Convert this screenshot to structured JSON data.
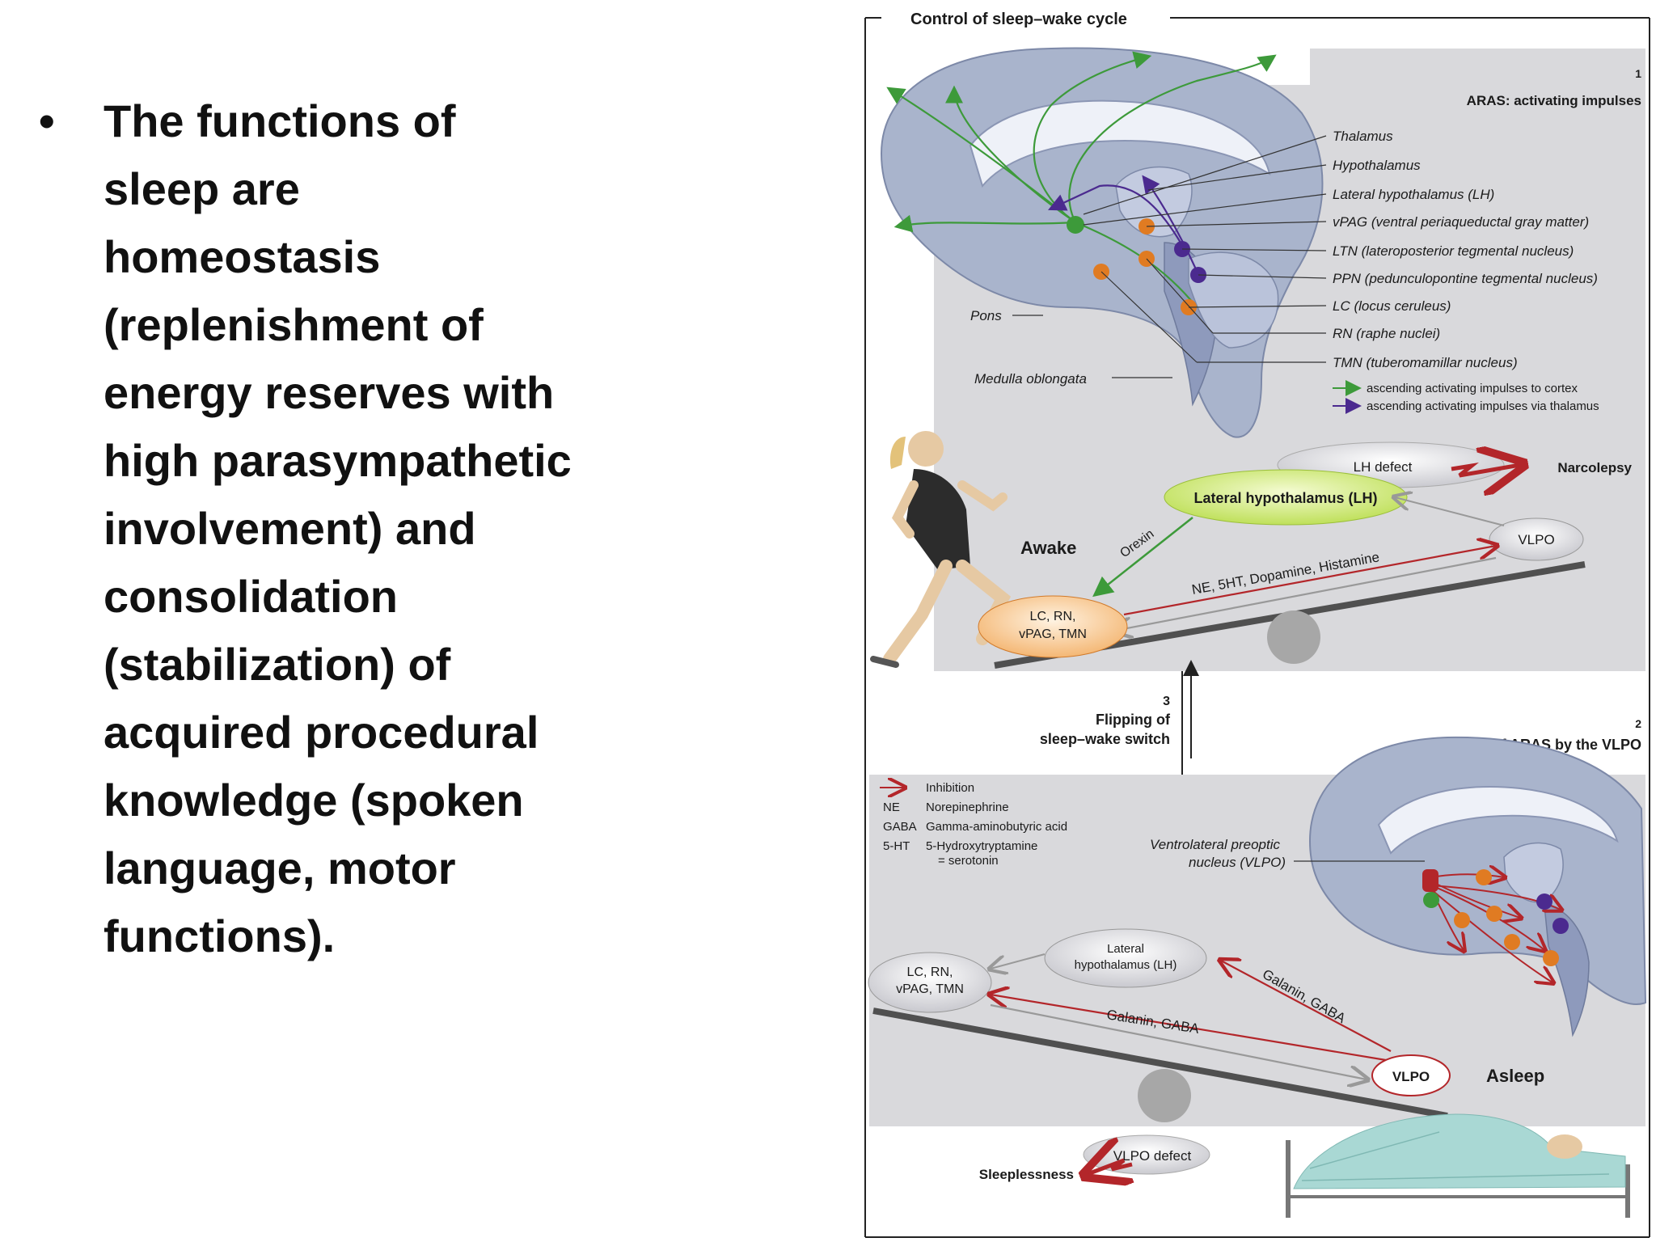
{
  "slide": {
    "bullet_symbol": "•",
    "bullet_text": "The functions of\nsleep are\nhomeostasis\n(replenishment of\nenergy reserves with\nhigh parasympathetic\ninvolvement) and\nconsolidation\n(stabilization) of\nacquired procedural\nknowledge (spoken\nlanguage, motor\nfunctions)."
  },
  "figure": {
    "title": "Control of sleep–wake cycle",
    "panel1": {
      "number": "1",
      "heading": "ARAS: activating impulses",
      "labels": [
        "Thalamus",
        "Hypothalamus",
        "Lateral  hypothalamus (LH)",
        "vPAG (ventral periaqueductal gray matter)",
        "LTN (lateroposterior tegmental nucleus)",
        "PPN (pedunculopontine tegmental nucleus)",
        "LC (locus ceruleus)",
        "RN (raphe nuclei)",
        "TMN (tuberomamillar nucleus)"
      ],
      "legend_green": "ascending activating impulses to cortex",
      "legend_purple": "ascending activating impulses via thalamus",
      "pons": "Pons",
      "medulla": "Medulla oblongata",
      "lh_defect": "LH defect",
      "narcolepsy": "Narcolepsy",
      "lh_node": "Lateral hypothalamus (LH)",
      "awake": "Awake",
      "orexin": "Orexin",
      "transmitters": "NE, 5HT, Dopamine, Histamine",
      "vlpo_node": "VLPO",
      "lc_node_line1": "LC, RN,",
      "lc_node_line2": "vPAG, TMN"
    },
    "switch": {
      "number": "3",
      "line1": "Flipping of",
      "line2": "sleep–wake switch"
    },
    "panel2": {
      "number": "2",
      "heading": "Inhibition of ARAS by the VLPO",
      "legend": [
        {
          "abbr": "",
          "text": "Inhibition"
        },
        {
          "abbr": "NE",
          "text": "Norepinephrine"
        },
        {
          "abbr": "GABA",
          "text": "Gamma-aminobutyric acid"
        },
        {
          "abbr": "5-HT",
          "text": "5-Hydroxytryptamine"
        },
        {
          "abbr": "",
          "text": "= serotonin"
        }
      ],
      "vlpo_label_line1": "Ventrolateral preoptic",
      "vlpo_label_line2": "nucleus (VLPO)",
      "lh_node_line1": "Lateral",
      "lh_node_line2": "hypothalamus (LH)",
      "lc_node_line1": "LC, RN,",
      "lc_node_line2": "vPAG, TMN",
      "galanin_left": "Galanin, GABA",
      "galanin_right": "Galanin, GABA",
      "vlpo_node": "VLPO",
      "asleep": "Asleep",
      "vlpo_defect": "VLPO defect",
      "sleeplessness": "Sleeplessness"
    },
    "colors": {
      "green": "#3d9a3a",
      "purple": "#4b2a8f",
      "red": "#b3262a",
      "orange": "#e07b22",
      "panel_gray": "#d9d9dc",
      "brain_blue": "#a9b4cc"
    }
  }
}
